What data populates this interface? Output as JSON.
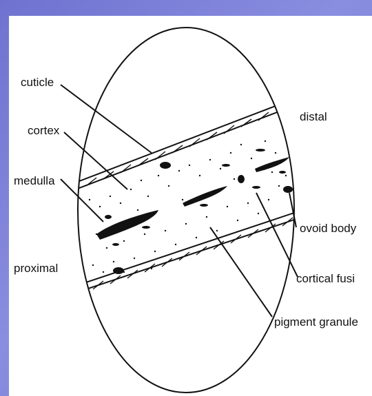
{
  "labels": {
    "cuticle": "cuticle",
    "cortex": "cortex",
    "medulla": "medulla",
    "proximal": "proximal",
    "distal": "distal",
    "ovoid_body": "ovoid body",
    "cortical_fusi": "cortical fusi",
    "pigment_granule": "pigment granule"
  },
  "colors": {
    "background": "#7a7ed8",
    "ink": "#111111",
    "panel": "#ffffff"
  }
}
